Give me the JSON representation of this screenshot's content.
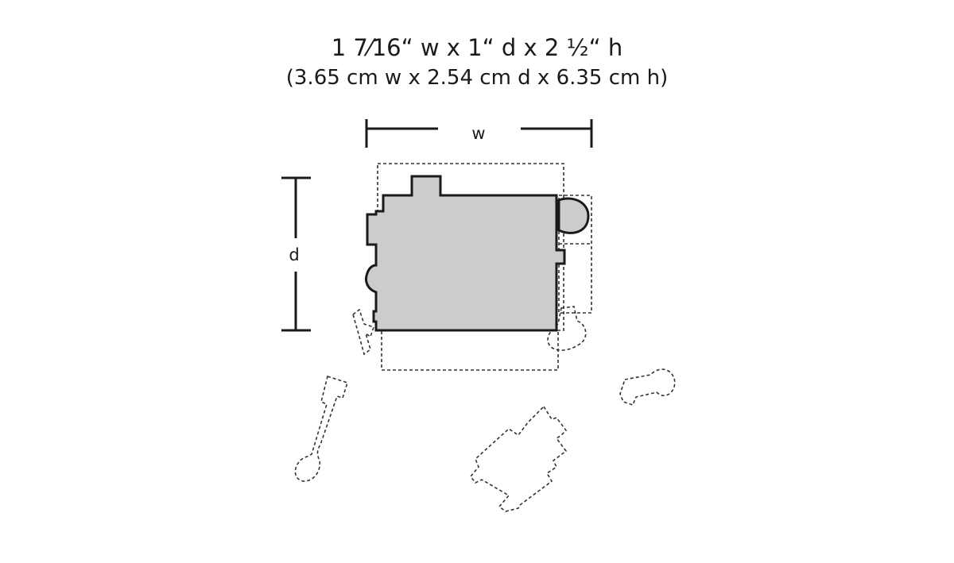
{
  "header": {
    "dimensions_imperial": "1 7⁄16“ w x 1“ d x 2 ½“ h",
    "dimensions_metric": "(3.65 cm w x 2.54 cm d x 6.35 cm h)"
  },
  "diagram": {
    "width_label": "w",
    "depth_label": "d",
    "colors": {
      "ink": "#1a1a1a",
      "footprint_fill": "#cccccc",
      "dashed_stroke": "#333333",
      "background": "#ffffff"
    }
  }
}
